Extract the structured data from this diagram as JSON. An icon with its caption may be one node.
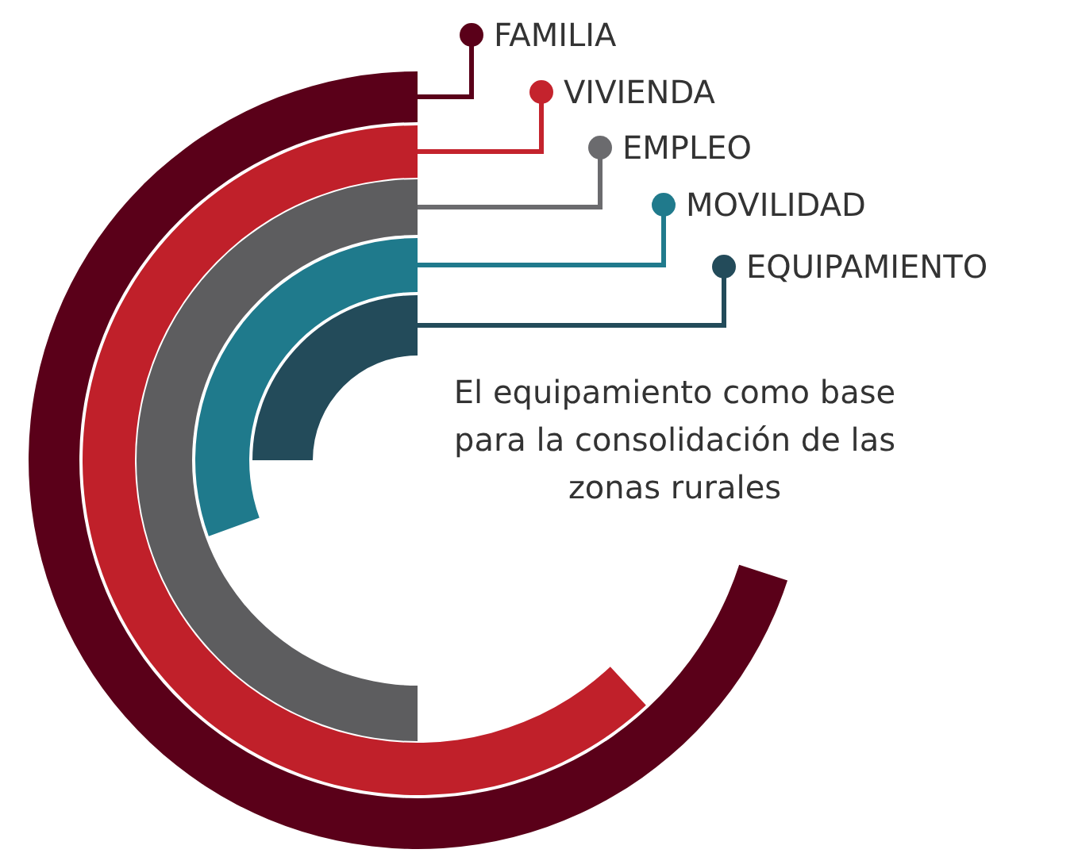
{
  "diagram": {
    "nodes": [
      {
        "text": [
          "FAMILIA"
        ]
      },
      {
        "text": [
          "VIVIENDA"
        ]
      },
      {
        "text": [
          "EMPLEO"
        ]
      },
      {
        "text": [
          "MOVILIDAD"
        ]
      },
      {
        "text": [
          "EQUIPAMIENTO"
        ]
      },
      {
        "text": [],
        "shape": "arc"
      },
      {
        "text": [],
        "shape": "arc"
      },
      {
        "text": [],
        "shape": "arc"
      },
      {
        "text": [],
        "shape": "arc"
      },
      {
        "text": [],
        "shape": "arc"
      }
    ],
    "edges": [
      {
        "from": 0,
        "to": 5,
        "arrow": "other",
        "color": "#5a0019"
      },
      {
        "from": 1,
        "to": 6,
        "arrow": "other",
        "color": "#c4232d"
      },
      {
        "from": 2,
        "to": 7,
        "arrow": "other",
        "color": "#6b6b6e"
      },
      {
        "from": 3,
        "to": 8,
        "arrow": "other",
        "color": "#207a8c"
      },
      {
        "from": 4,
        "to": 9,
        "arrow": "other",
        "color": "#234b5a"
      }
    ],
    "labels": [
      "El equipamiento como base para la consolidación de las zonas rurales"
    ]
  }
}
